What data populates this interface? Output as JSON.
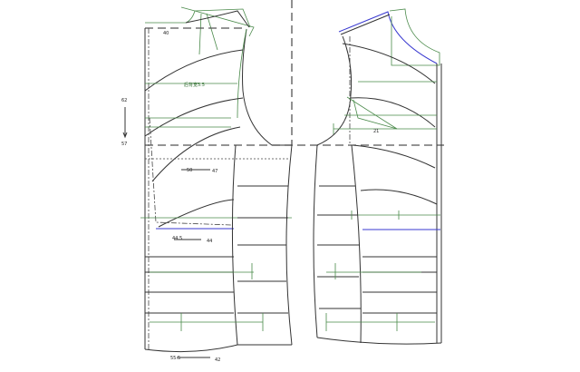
{
  "labels": {
    "back_top_width": "40",
    "back_width_note": "后背宽5.5",
    "length_from": "62",
    "length_to": "57",
    "waist_from": "50",
    "waist_to": "47",
    "hip_from": "44.5",
    "hip_to": "44",
    "hem_from": "55.5",
    "hem_to": "42",
    "front_dart": "21"
  },
  "colors": {
    "outline": "#333333",
    "construction": "#4a8a4a",
    "highlight": "#3a3ad0"
  }
}
